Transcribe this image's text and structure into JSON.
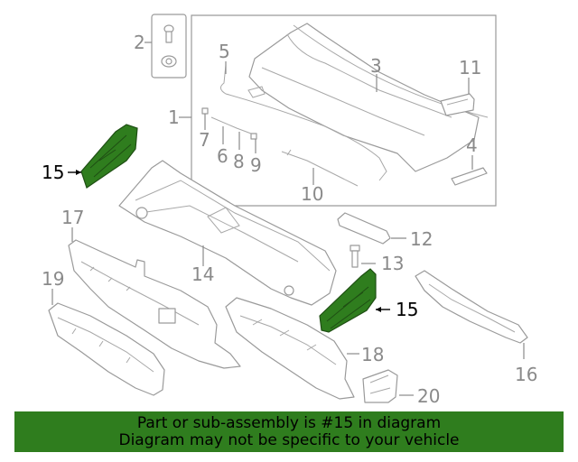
{
  "callouts": {
    "c1": "1",
    "c2": "2",
    "c3": "3",
    "c4": "4",
    "c5": "5",
    "c6": "6",
    "c7": "7",
    "c8": "8",
    "c9": "9",
    "c10": "10",
    "c11": "11",
    "c12": "12",
    "c13": "13",
    "c14": "14",
    "c15a": "15",
    "c15b": "15",
    "c16": "16",
    "c17": "17",
    "c18": "18",
    "c19": "19",
    "c20": "20"
  },
  "highlight_part": "15",
  "colors": {
    "highlight": "#2f7d1e",
    "line": "#9a9a9a",
    "label": "#8a8a8a"
  },
  "banner": {
    "line1": "Part or sub-assembly is #15 in diagram",
    "line2": "Diagram may not be specific to your vehicle"
  }
}
